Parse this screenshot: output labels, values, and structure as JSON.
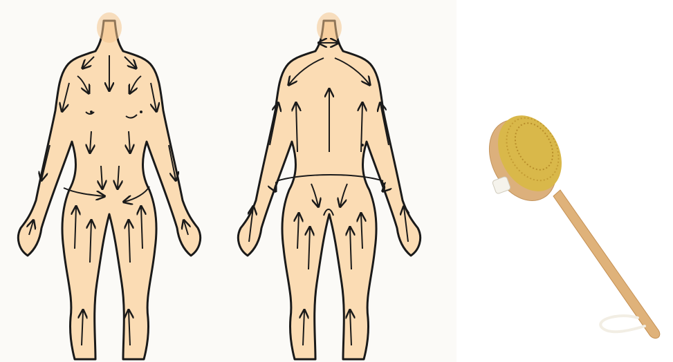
{
  "scene": {
    "illustration": {
      "subject": "dry-brushing-direction-diagram",
      "figures": [
        "front-view",
        "back-view"
      ],
      "arrow_direction": "toward-heart"
    },
    "product": {
      "subject": "long-handled-body-brush",
      "bristle_color": "#d9b84a",
      "handle_color": "#dfb27a"
    }
  },
  "colors": {
    "skin": "#fbdcb4",
    "skin_shade": "#f4c48e",
    "outline": "#1a1a1a",
    "background": "#fbfaf7"
  }
}
